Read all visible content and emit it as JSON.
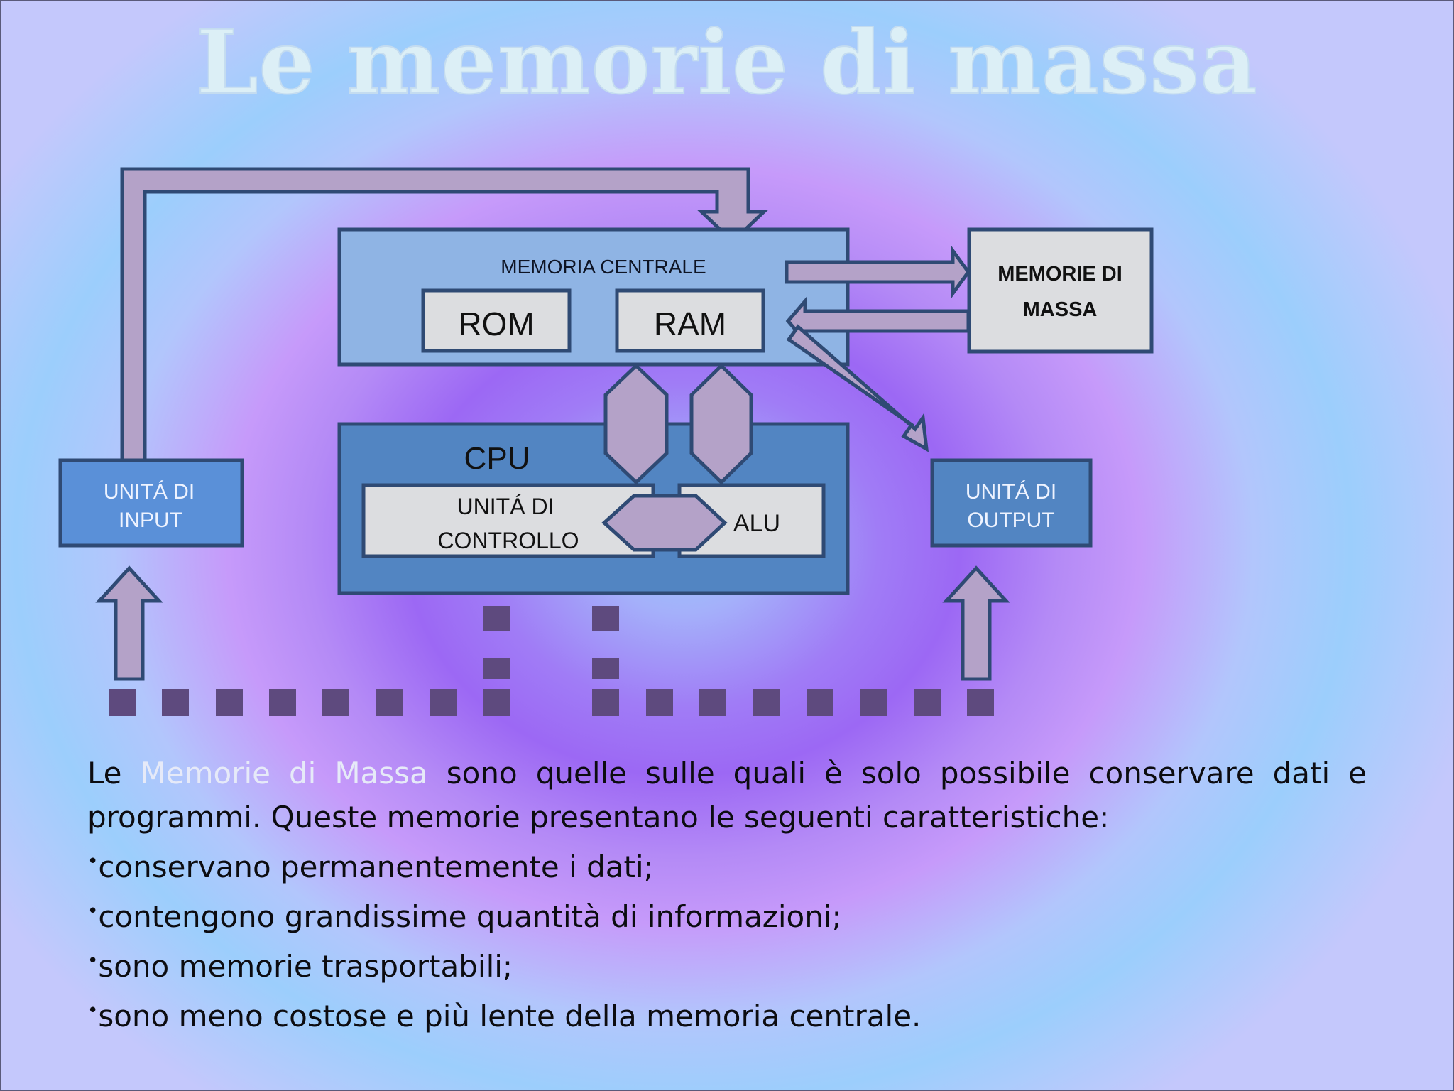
{
  "slide": {
    "title": "Le memorie di massa"
  },
  "diagram": {
    "memoria_centrale": "MEMORIA CENTRALE",
    "rom": "ROM",
    "ram": "RAM",
    "memorie_di_massa": [
      "MEMORIE DI",
      "MASSA"
    ],
    "cpu": "CPU",
    "unita_di_controllo": [
      "UNITÁ DI",
      "CONTROLLO"
    ],
    "alu": "ALU",
    "unita_di_input": [
      "UNITÁ DI",
      "INPUT"
    ],
    "unita_di_output": [
      "UNITÁ DI",
      "OUTPUT"
    ]
  },
  "text": {
    "intro_before": "Le ",
    "intro_highlight": "Memorie di Massa",
    "intro_after": " sono quelle sulle quali è solo possibile conservare dati e programmi. Queste memorie presentano le seguenti caratteristiche:",
    "bullet_symbol": "•",
    "bullets": [
      "conservano permanentemente i dati;",
      "contengono grandissime quantità di informazioni;",
      "sono memorie trasportabili;",
      "sono meno costose e più lente della memoria centrale."
    ]
  },
  "colors": {
    "title": "#dceff6",
    "box_light_blue": "#8fb4e4",
    "box_mid_blue": "#5285c2",
    "box_io_blue": "#5a90d8",
    "box_gray": "#dcdde0",
    "arrow_fill": "#b4a2c8",
    "border": "#2f4a74",
    "dots": "#5e4a7e",
    "highlight_text": "#e6eaf8"
  }
}
